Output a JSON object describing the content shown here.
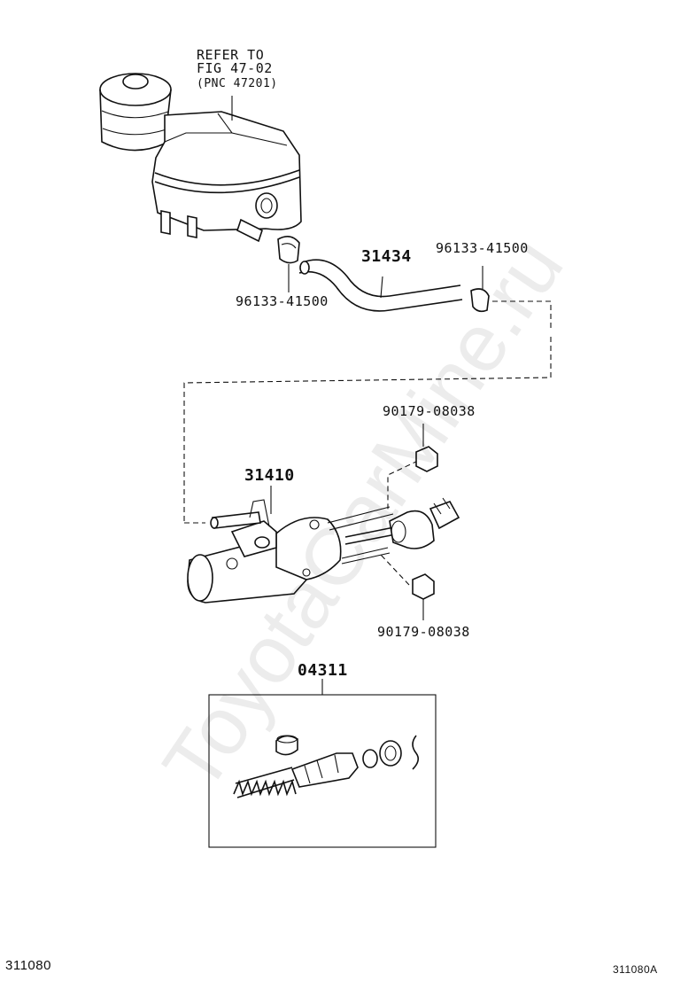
{
  "watermark": "ToyotaCarMine.ru",
  "callouts": {
    "refer_line1": "REFER TO",
    "refer_line2": "FIG 47-02",
    "refer_line3": "(PNC 47201)",
    "hose": "31434",
    "clip_left": "96133-41500",
    "clip_right": "96133-41500",
    "nut_top": "90179-08038",
    "cylinder": "31410",
    "nut_bottom": "90179-08038",
    "kit": "04311"
  },
  "footer": {
    "page_code": "311080",
    "figure_code": "311080A"
  }
}
